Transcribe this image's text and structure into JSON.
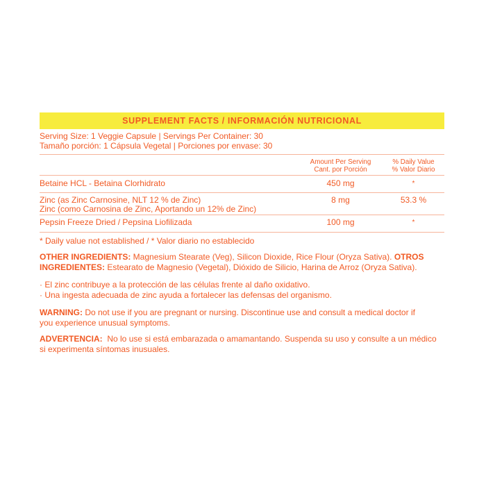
{
  "header": {
    "title": "SUPPLEMENT FACTS / INFORMACIÓN NUTRICIONAL"
  },
  "serving": {
    "line_en": "Serving Size: 1 Veggie Capsule | Servings Per Container: 30",
    "line_es": "Tamaño porción: 1 Cápsula Vegetal | Porciones por envase: 30"
  },
  "columns": {
    "amount_en": "Amount Per Serving",
    "amount_es": "Cant. por Porción",
    "dv_en": "% Daily Value",
    "dv_es": "% Valor Diario"
  },
  "rows": [
    {
      "name": "Betaine HCL - Betaina Clorhidrato",
      "amount": "450 mg",
      "dv": "*"
    },
    {
      "name": "Zinc (as Zinc Carnosine, NLT 12 % de Zinc)",
      "name2": "Zinc (como Carnosina de Zinc, Aportando un 12% de Zinc)",
      "amount": "8 mg",
      "dv": "53.3 %"
    },
    {
      "name": "Pepsin Freeze Dried / Pepsina Liofilizada",
      "amount": "100 mg",
      "dv": "*"
    }
  ],
  "footnote": "* Daily value not established / * Valor diario no establecido",
  "other_ingredients": {
    "label_en": "OTHER INGREDIENTS:",
    "text_en": " Magnesium Stearate (Veg), Silicon Dioxide, Rice Flour (Oryza Sativa). ",
    "label_es_1": "OTROS",
    "label_es_2": "INGREDIENTES:",
    "text_es": " Estearato de Magnesio (Vegetal), Dióxido de Silicio, Harina de Arroz (Oryza Sativa)."
  },
  "claims": [
    "· El zinc contribuye a la protección de las células frente al daño oxidativo.",
    "· Una ingesta adecuada de zinc ayuda a fortalecer las defensas del organismo."
  ],
  "warning": {
    "label": "WARNING:",
    "text_1": " Do not use if you are pregnant or nursing. Discontinue use and consult a medical doctor if",
    "text_2": "you experience unusual symptoms."
  },
  "advertencia": {
    "label": "ADVERTENCIA:",
    "text_1": "  No lo use si está embarazada o amamantando. Suspenda su uso y consulte a un médico",
    "text_2": "si experimenta síntomas inusuales."
  },
  "colors": {
    "accent": "#f15a24",
    "header_bg": "#f7ec3d"
  }
}
